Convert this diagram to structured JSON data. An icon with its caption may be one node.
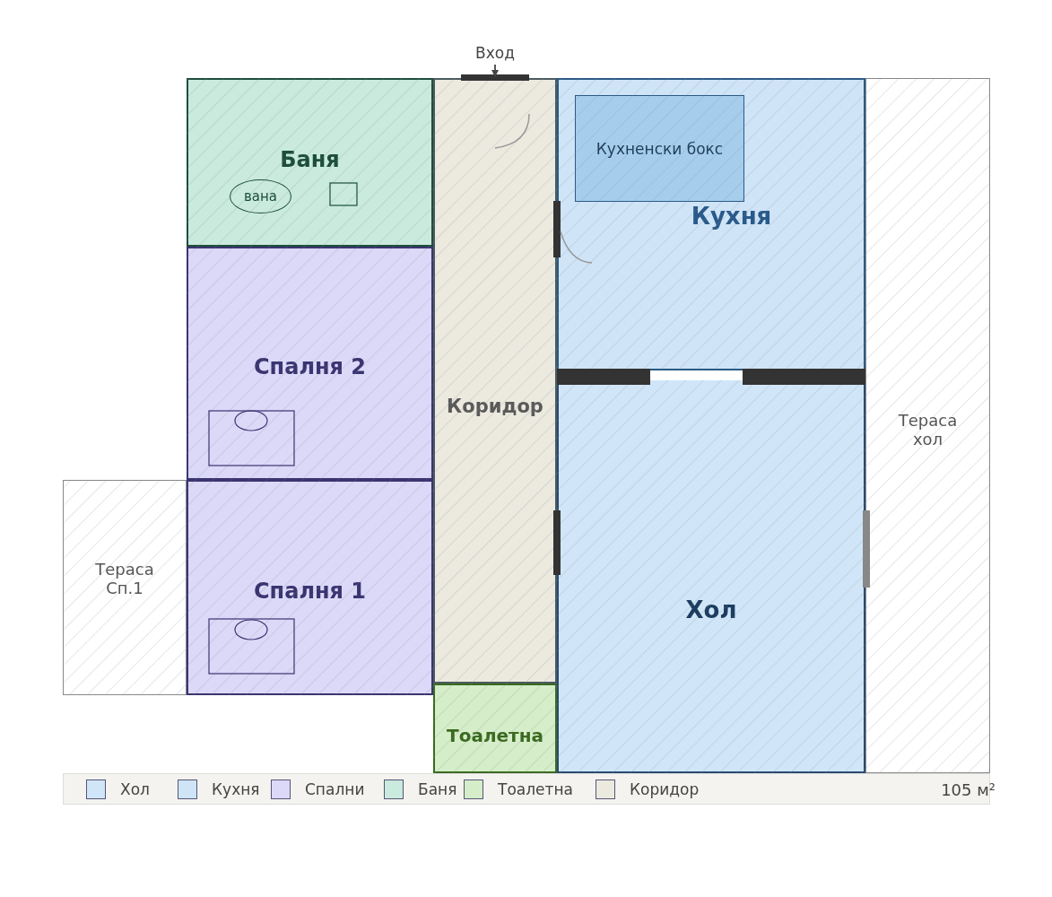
{
  "diagram": {
    "nodes": [
      {
        "text": [
          "Вход"
        ]
      },
      {
        "text": [
          "Баня"
        ]
      },
      {
        "text": [
          "вана"
        ],
        "in": 1
      },
      {
        "text": [
          "Коридор"
        ]
      },
      {
        "text": [
          "Кухня"
        ]
      },
      {
        "text": [
          "Кухненски бокс"
        ],
        "in": 4
      },
      {
        "text": [
          "Спалня 2"
        ]
      },
      {
        "text": [
          "Тераса хол"
        ]
      },
      {
        "text": [
          "Тераса Сп.1"
        ]
      },
      {
        "text": [
          "Спалня 1"
        ]
      },
      {
        "text": [
          "Хол"
        ]
      },
      {
        "text": [
          "Тоалетна"
        ]
      }
    ],
    "edges": [
      {
        "from": 0,
        "to": 3,
        "arrow": "to"
      }
    ],
    "labels": [
      "105 м²"
    ],
    "legend": [
      {
        "text": "Хол",
        "color": "#d0e6f8"
      },
      {
        "text": "Кухня",
        "color": "#cfe4f7"
      },
      {
        "text": "Спални",
        "color": "#dcd8f8"
      },
      {
        "text": "Баня",
        "color": "#c9eadc"
      },
      {
        "text": "Тоалетна",
        "color": "#d5edc8"
      },
      {
        "text": "Коридор",
        "color": "#ece9df"
      }
    ]
  }
}
